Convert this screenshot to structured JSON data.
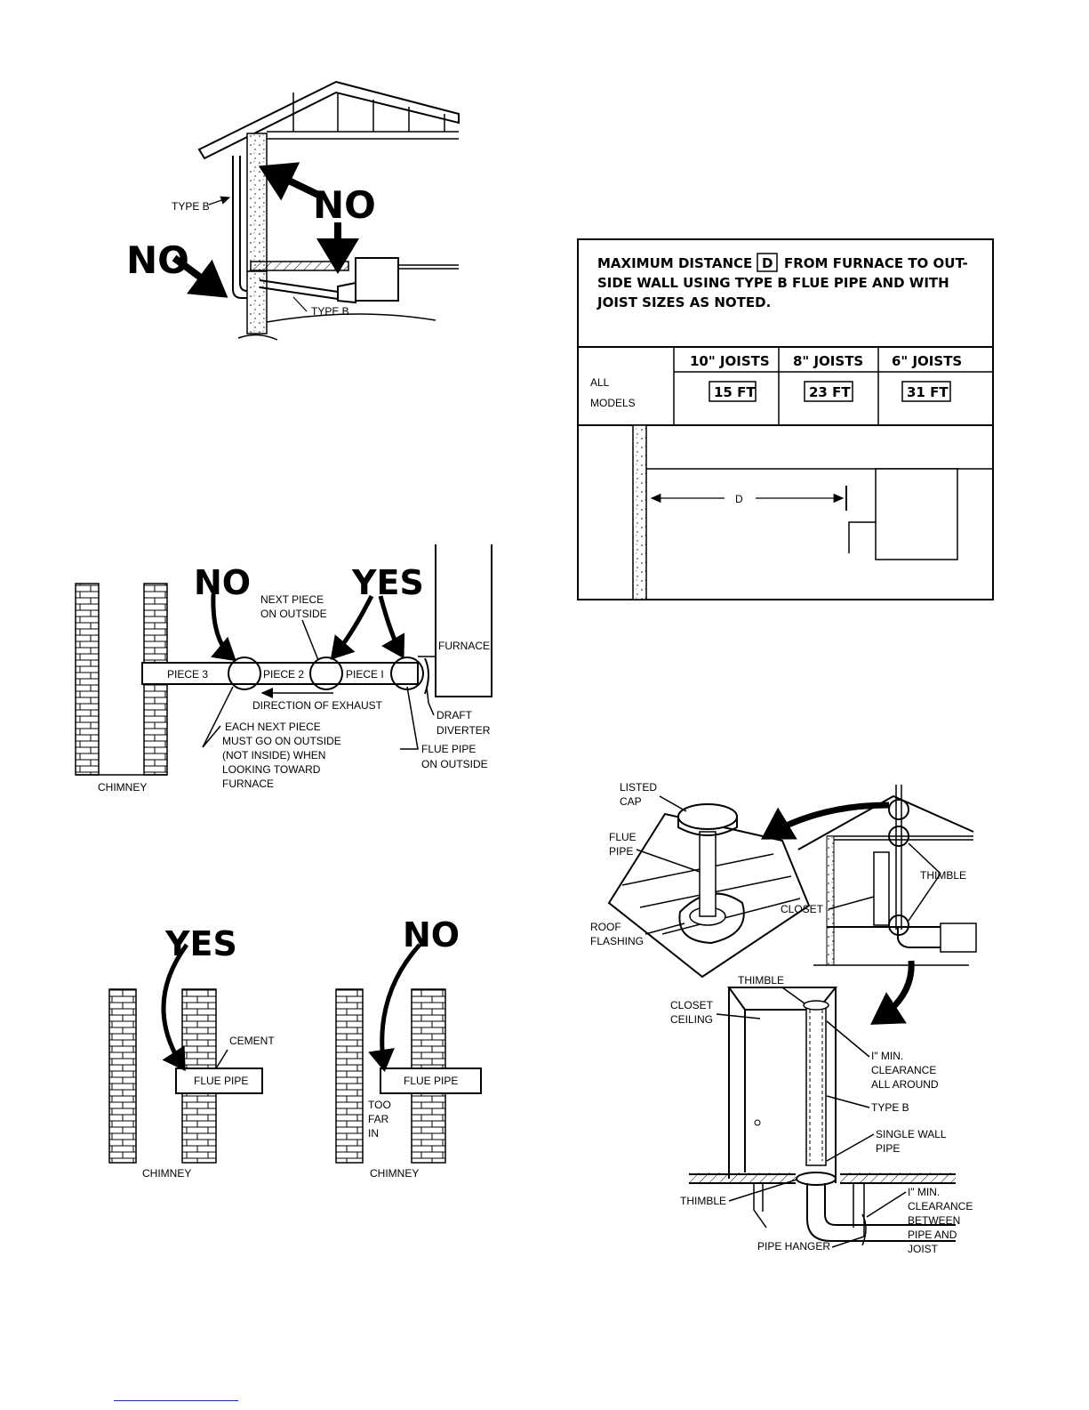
{
  "fig_house": {
    "no_top": "NO",
    "no_left": "NO",
    "type_b_upper": "TYPE B",
    "type_b_lower": "TYPE B"
  },
  "table": {
    "heading_line1": "MAXIMUM DISTANCE",
    "d_box": "D",
    "heading_line1_rest": "FROM FURNACE TO OUT-",
    "heading_line2": "SIDE WALL USING TYPE B FLUE PIPE AND WITH",
    "heading_line3": "JOIST SIZES AS NOTED.",
    "row_label_line1": "ALL",
    "row_label_line2": "MODELS",
    "columns": [
      "10\" JOISTS",
      "8\" JOISTS",
      "6\" JOISTS"
    ],
    "values": [
      "15 FT",
      "23 FT",
      "31 FT"
    ],
    "dimension_label": "D"
  },
  "fig_pieces": {
    "no": "NO",
    "yes": "YES",
    "next_piece": [
      "NEXT PIECE",
      "ON OUTSIDE"
    ],
    "furnace": "FURNACE",
    "piece3": "PIECE 3",
    "piece2": "PIECE 2",
    "piece1": "PIECE I",
    "direction": "DIRECTION OF EXHAUST",
    "draft_diverter": [
      "DRAFT",
      "DIVERTER"
    ],
    "each_next": [
      "EACH NEXT PIECE",
      "MUST GO ON OUTSIDE",
      "(NOT INSIDE) WHEN",
      "LOOKING TOWARD",
      "FURNACE"
    ],
    "flue_outside": [
      "FLUE PIPE",
      "ON OUTSIDE"
    ],
    "chimney": "CHIMNEY"
  },
  "fig_chimney": {
    "yes": "YES",
    "no": "NO",
    "cement": "CEMENT",
    "flue_pipe_left": "FLUE PIPE",
    "flue_pipe_right": "FLUE PIPE",
    "too_far_in": [
      "TOO",
      "FAR",
      "IN"
    ],
    "chimney_left": "CHIMNEY",
    "chimney_right": "CHIMNEY"
  },
  "fig_closet": {
    "listed_cap": [
      "LISTED",
      "CAP"
    ],
    "flue_pipe": [
      "FLUE",
      "PIPE"
    ],
    "roof_flashing": [
      "ROOF",
      "FLASHING"
    ],
    "closet": "CLOSET",
    "thimble_right": "THIMBLE",
    "thimble_top": "THIMBLE",
    "closet_ceiling": [
      "CLOSET",
      "CEILING"
    ],
    "min_clearance_around": [
      "I\" MIN.",
      "CLEARANCE",
      "ALL AROUND"
    ],
    "type_b": "TYPE B",
    "single_wall": [
      "SINGLE WALL",
      "PIPE"
    ],
    "thimble_bottom": "THIMBLE",
    "min_clearance_joist": [
      "I\" MIN.",
      "CLEARANCE",
      "BETWEEN",
      "PIPE AND",
      "JOIST"
    ],
    "pipe_hanger": "PIPE HANGER"
  }
}
